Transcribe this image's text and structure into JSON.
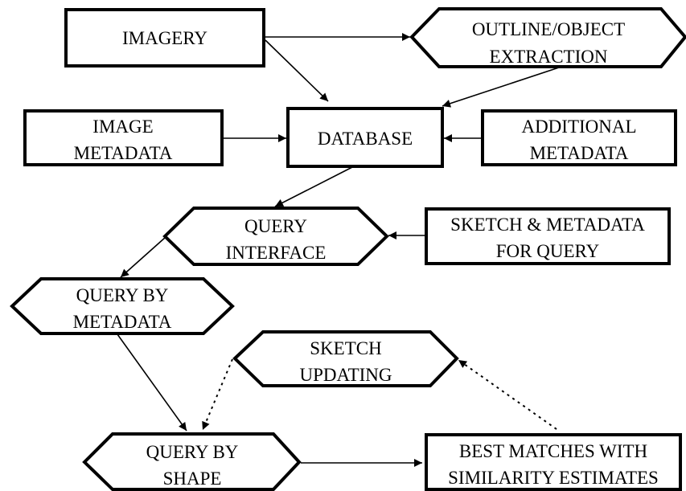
{
  "nodes": {
    "imagery": {
      "lines": [
        "IMAGERY"
      ]
    },
    "outline_extraction": {
      "lines": [
        "OUTLINE/OBJECT",
        "EXTRACTION"
      ]
    },
    "image_metadata": {
      "lines": [
        "IMAGE",
        "METADATA"
      ]
    },
    "database": {
      "lines": [
        "DATABASE"
      ]
    },
    "additional_metadata": {
      "lines": [
        "ADDITIONAL",
        "METADATA"
      ]
    },
    "query_interface": {
      "lines": [
        "QUERY",
        "INTERFACE"
      ]
    },
    "sketch_metadata_query": {
      "lines": [
        "SKETCH & METADATA",
        "FOR QUERY"
      ]
    },
    "query_by_metadata": {
      "lines": [
        "QUERY BY",
        "METADATA"
      ]
    },
    "sketch_updating": {
      "lines": [
        "SKETCH",
        "UPDATING"
      ]
    },
    "query_by_shape": {
      "lines": [
        "QUERY BY",
        "SHAPE"
      ]
    },
    "best_matches": {
      "lines": [
        "BEST MATCHES WITH",
        "SIMILARITY ESTIMATES"
      ]
    }
  },
  "edges": [
    {
      "from": "imagery",
      "to": "outline_extraction",
      "style": "solid"
    },
    {
      "from": "imagery",
      "to": "database",
      "style": "solid"
    },
    {
      "from": "outline_extraction",
      "to": "database",
      "style": "solid"
    },
    {
      "from": "image_metadata",
      "to": "database",
      "style": "solid"
    },
    {
      "from": "additional_metadata",
      "to": "database",
      "style": "solid"
    },
    {
      "from": "database",
      "to": "query_interface",
      "style": "solid"
    },
    {
      "from": "sketch_metadata_query",
      "to": "query_interface",
      "style": "solid"
    },
    {
      "from": "query_interface",
      "to": "query_by_metadata",
      "style": "solid"
    },
    {
      "from": "query_by_metadata",
      "to": "query_by_shape",
      "style": "solid"
    },
    {
      "from": "query_by_shape",
      "to": "best_matches",
      "style": "solid"
    },
    {
      "from": "best_matches",
      "to": "sketch_updating",
      "style": "dotted"
    },
    {
      "from": "sketch_updating",
      "to": "query_by_shape",
      "style": "dotted"
    }
  ]
}
